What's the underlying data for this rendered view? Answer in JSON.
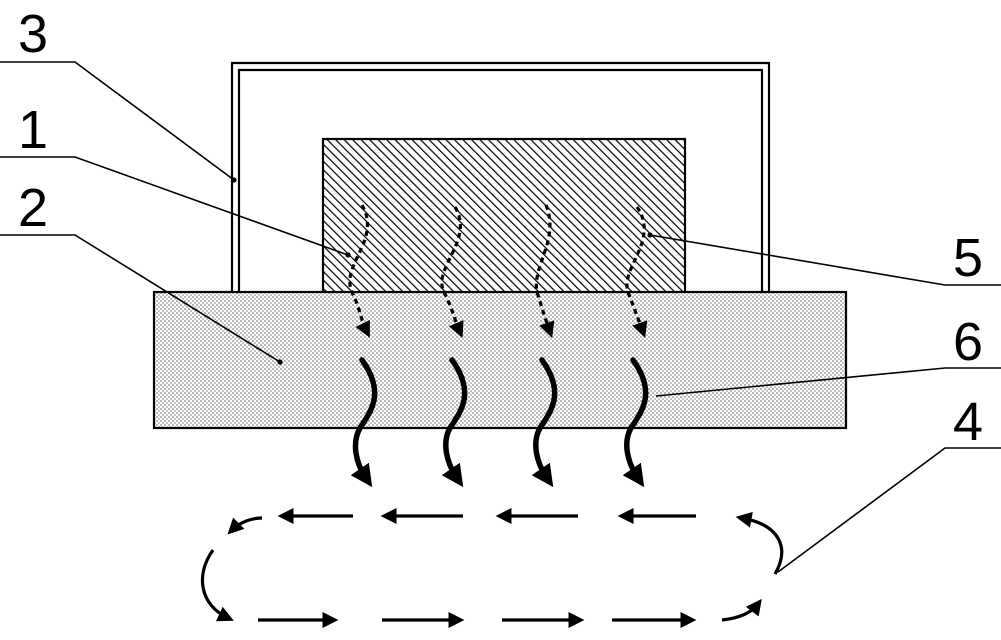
{
  "labels": {
    "l1": "1",
    "l2": "2",
    "l3": "3",
    "l4": "4",
    "l5": "5",
    "l6": "6"
  },
  "colors": {
    "stroke": "#000000",
    "background": "#ffffff",
    "hatch": "#000000",
    "dots": "#555555"
  },
  "heat_path_count": 4
}
